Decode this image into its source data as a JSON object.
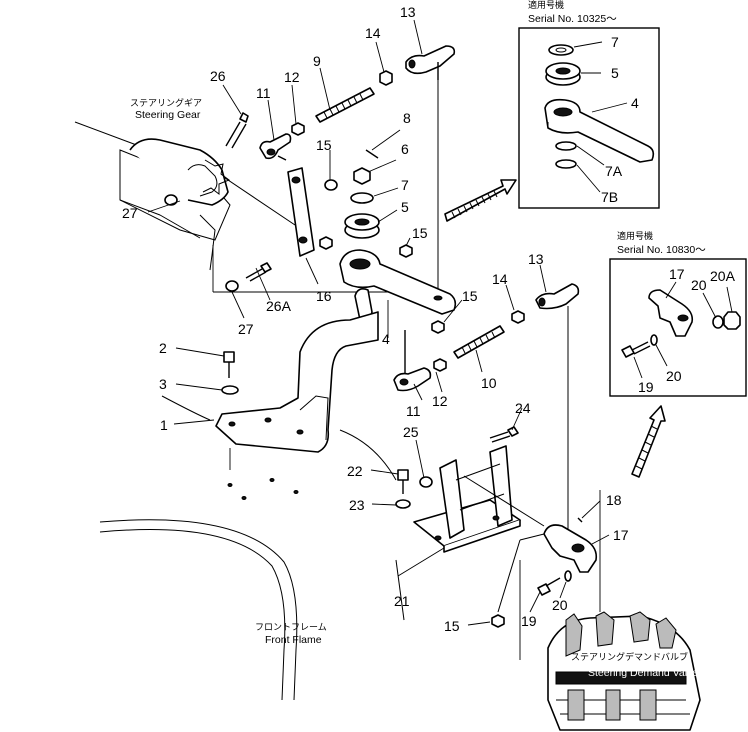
{
  "inset_top": {
    "title_jp": "適用号機",
    "serial": "Serial No. 10325～"
  },
  "inset_right": {
    "title_jp": "適用号機",
    "serial": "Serial No. 10830～"
  },
  "captions": {
    "steering_gear_jp": "ステアリングギア",
    "steering_gear_en": "Steering Gear",
    "front_frame_jp": "フロントフレーム",
    "front_frame_en": "Front Flame",
    "demand_valve_jp": "ステアリングデマンドバルブ",
    "demand_valve_en": "Steering Demand Valve"
  },
  "callouts": {
    "c1": "1",
    "c2": "2",
    "c3": "3",
    "c4": "4",
    "c5": "5",
    "c6": "6",
    "c7": "7",
    "c8": "8",
    "c9": "9",
    "c10": "10",
    "c11": "11",
    "c11b": "11",
    "c12": "12",
    "c12b": "12",
    "c13": "13",
    "c13b": "13",
    "c14": "14",
    "c14b": "14",
    "c15a": "15",
    "c15b": "15",
    "c15c": "15",
    "c15d": "15",
    "c16": "16",
    "c17": "17",
    "c18": "18",
    "c19": "19",
    "c20": "20",
    "c21": "21",
    "c22": "22",
    "c23": "23",
    "c24": "24",
    "c25": "25",
    "c26": "26",
    "c26a": "26A",
    "c27": "27",
    "c27b": "27",
    "i7": "7",
    "i5": "5",
    "i4": "4",
    "i7a": "7A",
    "i7b": "7B",
    "r17": "17",
    "r20a": "20A",
    "r20": "20",
    "r19": "19",
    "r20b": "20"
  }
}
